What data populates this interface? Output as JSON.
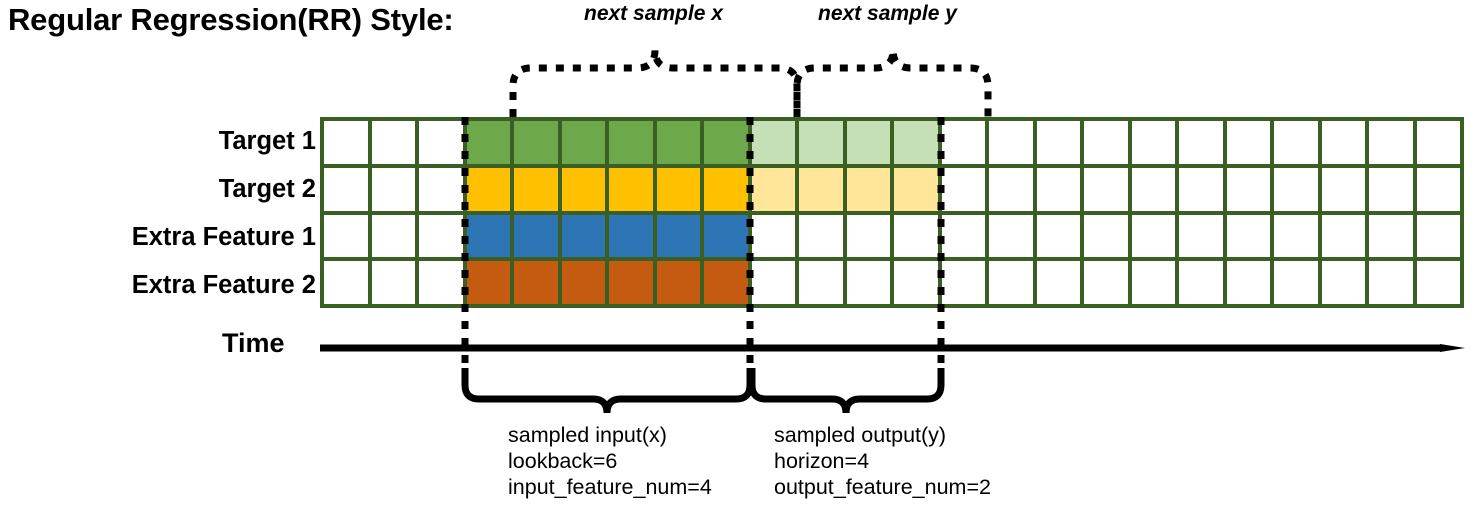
{
  "title": "Regular Regression(RR) Style:",
  "time_axis_label": "Time",
  "colors": {
    "grid_border": "#3a5f22",
    "target1": "#6da84a",
    "target2": "#ffc000",
    "extra1": "#2e75b6",
    "extra2": "#c55a11",
    "target1_light": "#c5e0b4",
    "target2_light": "#ffe699",
    "empty": "#ffffff",
    "annotation": "#000000"
  },
  "grid": {
    "columns": 24,
    "rows": [
      {
        "label": "Target 1",
        "cells": [
          "empty",
          "empty",
          "empty",
          "target1",
          "target1",
          "target1",
          "target1",
          "target1",
          "target1",
          "target1_light",
          "target1_light",
          "target1_light",
          "target1_light",
          "empty",
          "empty",
          "empty",
          "empty",
          "empty",
          "empty",
          "empty",
          "empty",
          "empty",
          "empty",
          "empty"
        ]
      },
      {
        "label": "Target 2",
        "cells": [
          "empty",
          "empty",
          "empty",
          "target2",
          "target2",
          "target2",
          "target2",
          "target2",
          "target2",
          "target2_light",
          "target2_light",
          "target2_light",
          "target2_light",
          "empty",
          "empty",
          "empty",
          "empty",
          "empty",
          "empty",
          "empty",
          "empty",
          "empty",
          "empty",
          "empty"
        ]
      },
      {
        "label": "Extra Feature 1",
        "cells": [
          "empty",
          "empty",
          "empty",
          "extra1",
          "extra1",
          "extra1",
          "extra1",
          "extra1",
          "extra1",
          "empty",
          "empty",
          "empty",
          "empty",
          "empty",
          "empty",
          "empty",
          "empty",
          "empty",
          "empty",
          "empty",
          "empty",
          "empty",
          "empty",
          "empty"
        ]
      },
      {
        "label": "Extra Feature 2",
        "cells": [
          "empty",
          "empty",
          "empty",
          "extra2",
          "extra2",
          "extra2",
          "extra2",
          "extra2",
          "extra2",
          "empty",
          "empty",
          "empty",
          "empty",
          "empty",
          "empty",
          "empty",
          "empty",
          "empty",
          "empty",
          "empty",
          "empty",
          "empty",
          "empty",
          "empty"
        ]
      }
    ]
  },
  "annotations": {
    "top": [
      {
        "text": "next sample x"
      },
      {
        "text": "next sample y"
      }
    ],
    "bottom": [
      {
        "lines": [
          "sampled input(x)",
          "lookback=6",
          "input_feature_num=4"
        ]
      },
      {
        "lines": [
          "sampled output(y)",
          "horizon=4",
          "output_feature_num=2"
        ]
      }
    ]
  }
}
